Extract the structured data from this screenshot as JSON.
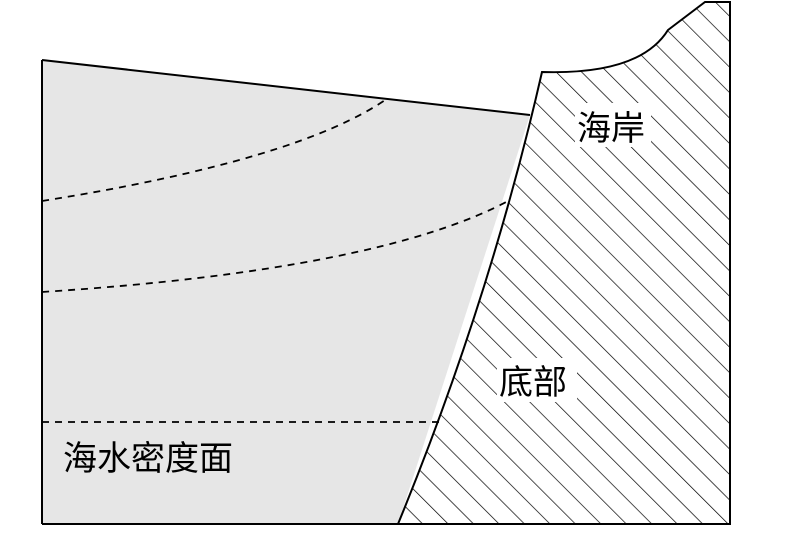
{
  "labels": {
    "coast": "海岸",
    "bottom": "底部",
    "isopycnal": "海水密度面"
  },
  "colors": {
    "water": "#e6e6e6",
    "line": "#000000",
    "background": "#ffffff"
  }
}
